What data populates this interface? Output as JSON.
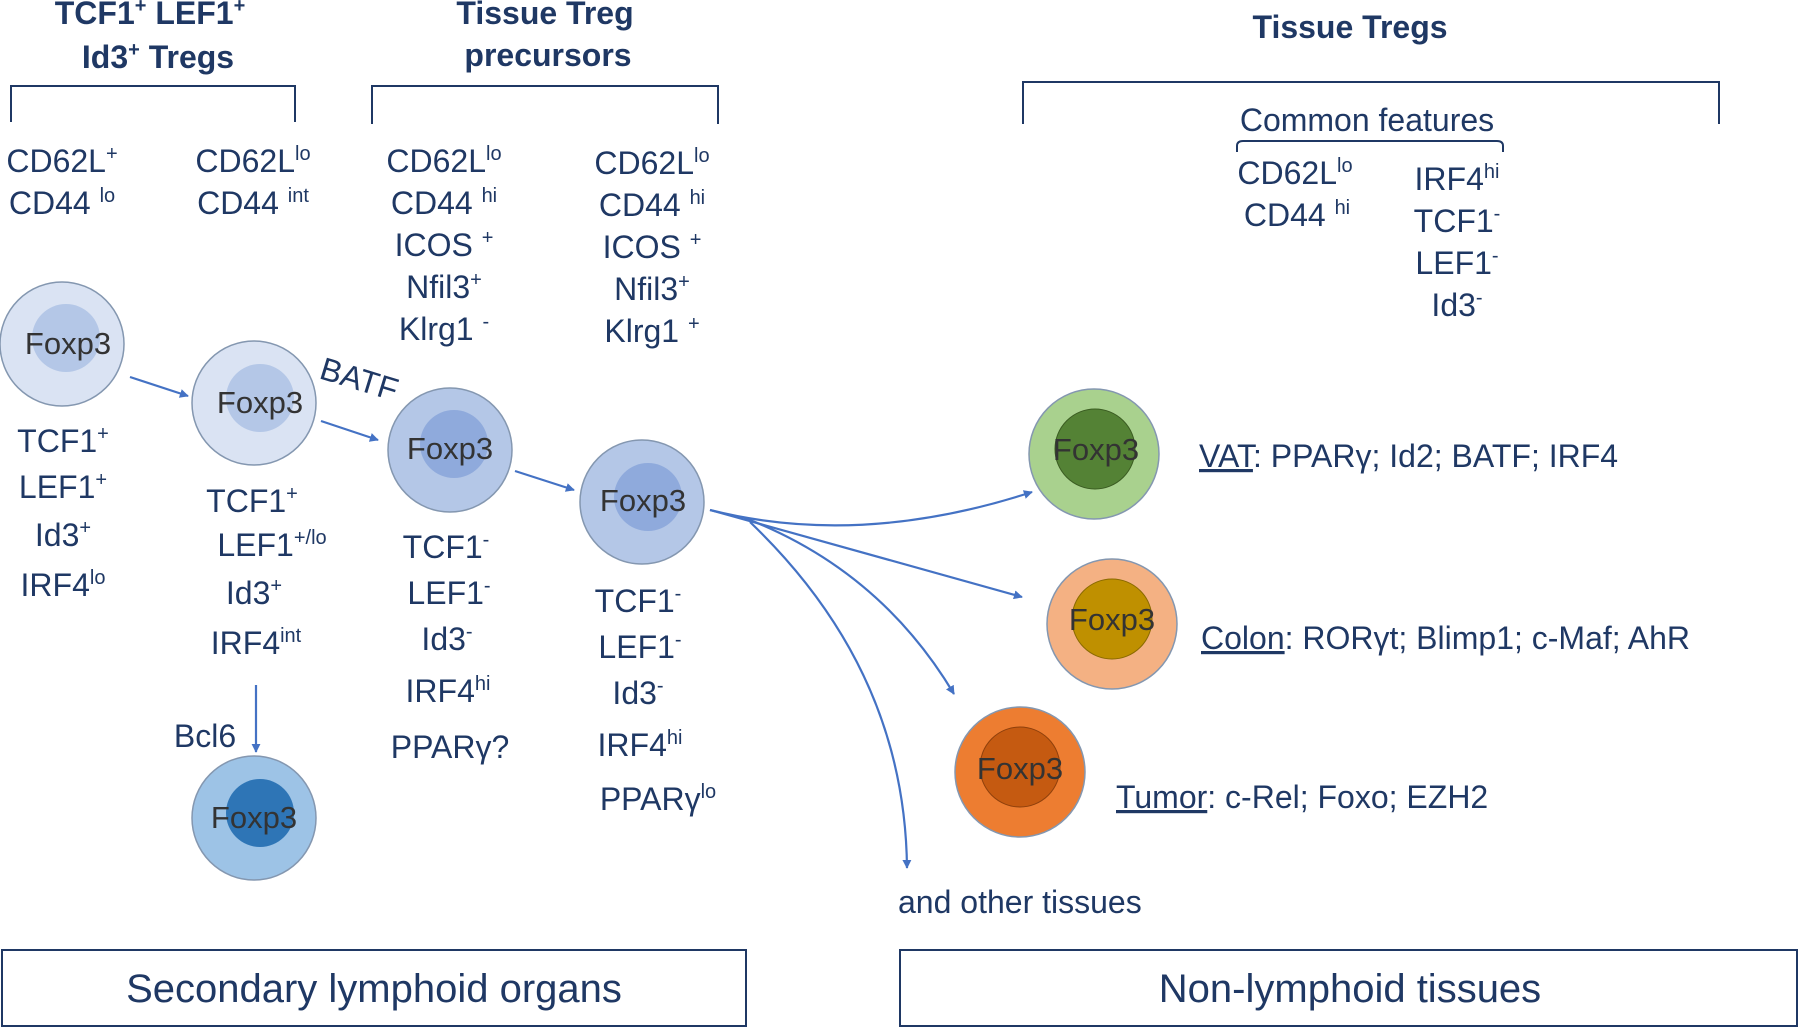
{
  "headers": {
    "tcf_tregs_line1": "TCF1",
    "tcf_tregs_sup1": "+",
    "tcf_tregs_lef": " LEF1",
    "tcf_tregs_sup2": "+",
    "tcf_tregs_line2": "Id3",
    "tcf_tregs_sup3": "+",
    "tcf_tregs_tail": " Tregs",
    "precursors_line1": "Tissue Treg",
    "precursors_line2": "precursors",
    "tissue_tregs": "Tissue Tregs"
  },
  "common_features": {
    "title": "Common features",
    "cd62l": "CD62L",
    "cd62l_sup": "lo",
    "cd44": "CD44 ",
    "cd44_sup": "hi",
    "irf4": "IRF4",
    "irf4_sup": "hi",
    "tcf1": "TCF1",
    "tcf1_sup": "-",
    "lef1": "LEF1",
    "lef1_sup": "-",
    "id3": "Id3",
    "id3_sup": "-"
  },
  "surface_markers": {
    "col1": {
      "cd62l": "CD62L",
      "cd62l_sup": "+",
      "cd44": "CD44 ",
      "cd44_sup": "lo"
    },
    "col2": {
      "cd62l": "CD62L",
      "cd62l_sup": "lo",
      "cd44": "CD44 ",
      "cd44_sup": "int"
    },
    "col3": {
      "cd62l": "CD62L",
      "cd62l_sup": "lo",
      "cd44": "CD44 ",
      "cd44_sup": "hi",
      "icos": "ICOS ",
      "icos_sup": "+",
      "nfil3": "Nfil3",
      "nfil3_sup": "+",
      "klrg1": "Klrg1 ",
      "klrg1_sup": "-"
    },
    "col4": {
      "cd62l": "CD62L",
      "cd62l_sup": "lo",
      "cd44": "CD44 ",
      "cd44_sup": "hi",
      "icos": "ICOS ",
      "icos_sup": "+",
      "nfil3": "Nfil3",
      "nfil3_sup": "+",
      "klrg1": "Klrg1 ",
      "klrg1_sup": "+"
    }
  },
  "cell_label": "Foxp3",
  "transcription_factors": {
    "cell1": {
      "tcf1": "TCF1",
      "tcf1_sup": "+",
      "lef1": "LEF1",
      "lef1_sup": "+",
      "id3": "Id3",
      "id3_sup": "+",
      "irf4": "IRF4",
      "irf4_sup": "lo"
    },
    "cell2": {
      "tcf1": "TCF1",
      "tcf1_sup": "+",
      "lef1": "LEF1",
      "lef1_sup": "+/lo",
      "id3": "Id3",
      "id3_sup": "+",
      "irf4": "IRF4",
      "irf4_sup": "int"
    },
    "cell3": {
      "tcf1": "TCF1",
      "tcf1_sup": "-",
      "lef1": "LEF1",
      "lef1_sup": "-",
      "id3": "Id3",
      "id3_sup": "-",
      "irf4": "IRF4",
      "irf4_sup": "hi",
      "ppar": "PPARγ?"
    },
    "cell4": {
      "tcf1": "TCF1",
      "tcf1_sup": "-",
      "lef1": "LEF1",
      "lef1_sup": "-",
      "id3": "Id3",
      "id3_sup": "-",
      "irf4": "IRF4",
      "irf4_sup": "hi",
      "ppar": "PPARγ",
      "ppar_sup": "lo"
    }
  },
  "arrow_labels": {
    "batf": "BATF",
    "bcl6": "Bcl6"
  },
  "tissues": {
    "vat": {
      "name": "VAT",
      "factors": ": PPARγ; Id2; BATF; IRF4"
    },
    "colon": {
      "name": "Colon",
      "factors": ": RORγt; Blimp1; c-Maf; AhR"
    },
    "tumor": {
      "name": "Tumor",
      "factors": ": c-Rel; Foxo; EZH2"
    },
    "other": "and other tissues"
  },
  "boxes": {
    "secondary": "Secondary lymphoid organs",
    "nonlymphoid": "Non-lymphoid tissues"
  },
  "colors": {
    "text": "#1f3864",
    "arrow": "#4472c4",
    "cell1_outer": "#dae3f3",
    "cell1_inner": "#b4c7e7",
    "cell2_outer": "#dae3f3",
    "cell2_inner": "#b4c7e7",
    "cell3_outer": "#b4c7e7",
    "cell3_inner": "#8faadc",
    "cell4_outer": "#b4c7e7",
    "cell4_inner": "#8faadc",
    "bcl6_outer": "#9dc3e6",
    "bcl6_inner": "#2e75b6",
    "vat_outer": "#a9d18e",
    "vat_inner": "#548235",
    "colon_outer": "#f4b183",
    "colon_inner": "#bf9000",
    "tumor_outer": "#ed7d31",
    "tumor_inner": "#c55a11"
  }
}
